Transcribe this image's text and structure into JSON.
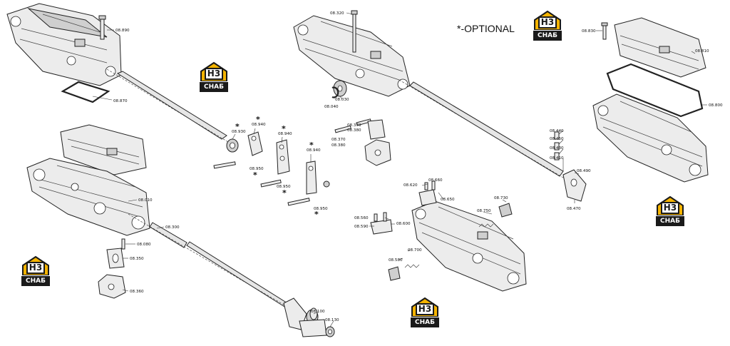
{
  "optional_note": "*-OPTIONAL",
  "brand": {
    "mark": "H3",
    "sub": "СНАБ",
    "accent": "#f5b400",
    "dark": "#1a1a1a"
  },
  "optional_marker": "*",
  "labels": {
    "p08890": "08.890",
    "p08870": "08.870",
    "p08010": "08.010",
    "p08300": "08.300",
    "p08080": "08.080",
    "p08350": "08.350",
    "p08360": "08.360",
    "p08930": "08.930",
    "p08940a": "08.940",
    "p08940b": "08.940",
    "p08940c": "08.940",
    "p08950a": "08.950",
    "p08950b": "08.950",
    "p08950c": "08.950",
    "p08100": "08.100",
    "p08130": "08.130",
    "p08320": "08.320",
    "p08030": "08.030",
    "p08040": "08.040",
    "p08370a": "08.370",
    "p08380a": "08.380",
    "p08370b": "08.370",
    "p08380b": "08.380",
    "p08620": "08.620",
    "p08660": "08.660",
    "p08650": "08.650",
    "p08560": "08.560",
    "p08590": "08.590",
    "p08600": "08.600",
    "p08580": "08.580",
    "p08700": "08.700",
    "p08750": "08.750",
    "p08730": "08.730",
    "p08440": "08.440",
    "p08450": "08.450",
    "p08430": "08.430",
    "p08410": "08.410",
    "p08490": "08.490",
    "p08470": "08.470",
    "p08830": "08.830",
    "p08810": "08.810",
    "p08800": "08.800"
  }
}
